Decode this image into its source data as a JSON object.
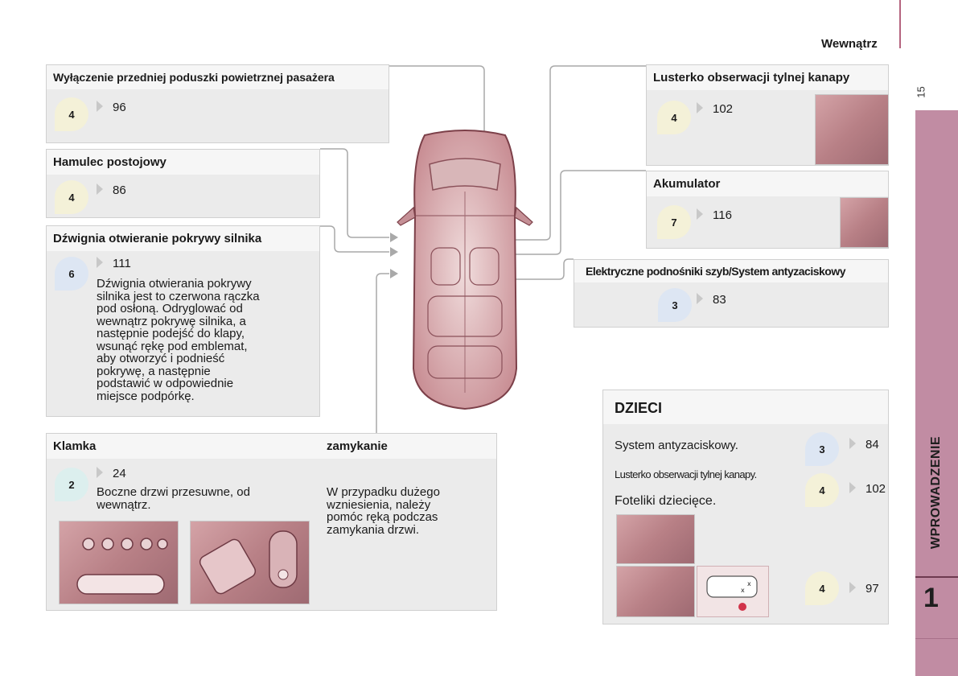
{
  "header": {
    "title": "Wewnątrz",
    "page_number": "15"
  },
  "sidebar": {
    "section": "WPROWADZENIE",
    "chapter": "1"
  },
  "boxes": {
    "airbag": {
      "title": "Wyłączenie przedniej poduszki powietrznej pasażera",
      "badge": "4",
      "ref": "96"
    },
    "handbrake": {
      "title": "Hamulec postojowy",
      "badge": "4",
      "ref": "86"
    },
    "bonnet": {
      "title": "Dźwignia otwieranie pokrywy silnika",
      "badge": "6",
      "ref": "111",
      "lines": [
        "Dźwignia otwierania pokrywy",
        "silnika jest to czerwona rączka",
        "pod osłoną. Odryglować od",
        "wewnątrz pokrywę silnika, a",
        "następnie podejść do klapy,",
        "wsunąć rękę pod emblemat,",
        "aby otworzyć i podnieść",
        "pokrywę, a następnie",
        "podstawić w odpowiednie",
        "miejsce podpórkę."
      ]
    },
    "handle": {
      "title": "Klamka",
      "title2": "zamykanie",
      "badge": "2",
      "ref": "24",
      "lines": [
        "Boczne drzwi przesuwne, od",
        "wewnątrz."
      ],
      "lines2": [
        "W przypadku dużego",
        "wzniesienia, należy",
        "pomóc ręką podczas",
        "zamykania drzwi."
      ]
    },
    "mirror": {
      "title": "Lusterko obserwacji tylnej kanapy",
      "badge": "4",
      "ref": "102"
    },
    "battery": {
      "title": "Akumulator",
      "badge": "7",
      "ref": "116"
    },
    "windows": {
      "title": "Elektryczne podnośniki szyb/System antyzaciskowy",
      "badge": "3",
      "ref": "83"
    },
    "children": {
      "title": "DZIECI",
      "item1": "System antyzaciskowy.",
      "item1_badge": "3",
      "item1_ref": "84",
      "item2": "Lusterko obserwacji tylnej kanapy.",
      "item2_badge": "4",
      "item2_ref": "102",
      "item3": "Foteliki dziecięce.",
      "item3_badge": "4",
      "item3_ref": "97"
    }
  },
  "colors": {
    "accent": "#c18ca3",
    "box_bg": "#ebebeb",
    "title_bg": "#f6f6f6",
    "car": "#c59096"
  }
}
